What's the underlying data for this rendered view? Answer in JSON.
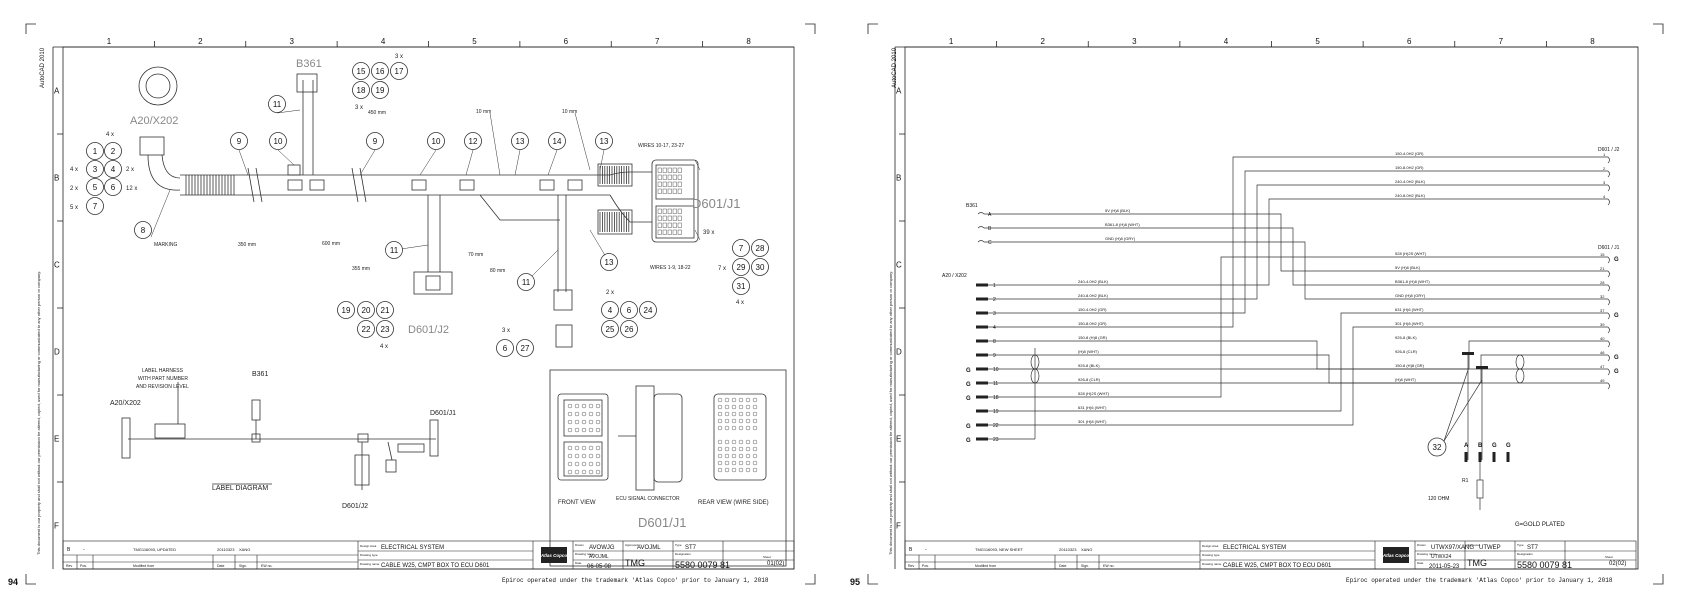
{
  "pages": [
    {
      "page_number": "94",
      "grid_cols": [
        "1",
        "2",
        "3",
        "4",
        "5",
        "6",
        "7",
        "8"
      ],
      "grid_rows": [
        "A",
        "B",
        "C",
        "D",
        "E",
        "F"
      ],
      "side_text": "AutoCAD 2010",
      "footer": "Epiroc operated under the trademark 'Atlas Copco' prior to January 1, 2018",
      "side_note": "This document is our property and shall not without our permission be altered, copied, used for manufacturing or communicated to any other person or company.",
      "connectors": {
        "a20": "A20/X202",
        "b361": "B361",
        "d601_j1": "D601/J1",
        "d601_j2": "D601/J2",
        "signal_connector": "D601/J1"
      },
      "multipliers": {
        "top_right": "3 x",
        "above_15": "3 x",
        "left_4x": "4 x",
        "left_4x_b": "4 x",
        "left_2x": "2 x",
        "left_2x_b": "2 x",
        "left_12x": "12 x",
        "left_5x": "5 x",
        "bottom_4x": "4 x",
        "right_39x": "39 x",
        "right_7x": "7 x",
        "right_4x": "4 x",
        "mid_2x": "2 x",
        "low_3x": "3 x"
      },
      "items": {
        "i1": "1",
        "i2": "2",
        "i3": "3",
        "i4": "4",
        "i5": "5",
        "i6": "6",
        "i7": "7",
        "i8": "8",
        "i9a": "9",
        "i9b": "9",
        "i10a": "10",
        "i10b": "10",
        "i11a": "11",
        "i11b": "11",
        "i11c": "11",
        "i12": "12",
        "i13a": "13",
        "i13b": "13",
        "i13c": "13",
        "i14": "14",
        "i15": "15",
        "i16": "16",
        "i17": "17",
        "i18": "18",
        "i19": "19",
        "i19b": "19",
        "i20": "20",
        "i21": "21",
        "i22": "22",
        "i23": "23",
        "i7b": "7",
        "i28": "28",
        "i29": "29",
        "i30": "30",
        "i31": "31",
        "i4b": "4",
        "i6b": "6",
        "i24": "24",
        "i25": "25",
        "i26": "26",
        "i6c": "6",
        "i27": "27"
      },
      "dims": {
        "d450": "450 mm",
        "d10a": "10 mm",
        "d10b": "10 mm",
        "d350": "350 mm",
        "d600": "600 mm",
        "d355": "355 mm",
        "d70": "70 mm",
        "d80": "80 mm"
      },
      "labels": {
        "wires_top": "WIRES 10-17, 23-27",
        "wires_bottom": "WIRES 1-9, 18-22",
        "marking": "MARKING",
        "label_harness_1": "LABEL HARNESS",
        "label_harness_2": "WITH PART NUMBER",
        "label_harness_3": "AND REVISION LEVEL",
        "label_diagram": "LABEL DIAGRAM",
        "label_a20": "A20/X202",
        "label_b361": "B361",
        "label_d601_j1": "D601/J1",
        "label_d601_j2": "D601/J2",
        "front_view": "FRONT VIEW",
        "ecu_signal": "ECU SIGNAL CONNECTOR",
        "rear_view": "REAR VIEW (WIRE SIDE)"
      },
      "title_block": {
        "rev": "B",
        "rev_mark": "-",
        "change": "TMG116093, UPDATED",
        "date": "20110323",
        "sign": "XANG",
        "col_rev": "Rev",
        "col_pos": "Pos.",
        "col_mod": "Modified from",
        "col_date": "Date",
        "col_sign": "Sign.",
        "col_ew": "EW no.",
        "design_area_label": "Design Area",
        "design_area": "ELECTRICAL SYSTEM",
        "drawing_type_label": "Drawing type",
        "drawing_name_label": "Drawing name",
        "drawing_name": "CABLE W25, CMPT BOX TO ECU D601",
        "drawn_label": "Drawn",
        "drawn": "AVOWJG",
        "approved_label": "Approved",
        "approved": "AVOJML",
        "drawing_label": "Drawing name",
        "drawing": "AVOJML",
        "date_label": "Date",
        "date_value": "06-05-08",
        "cat": "TMG",
        "type_label": "Type",
        "type": "ST7",
        "designation_label": "Designation",
        "designation": "5580 0079 81",
        "sheet_label": "Sheet",
        "sheet": "01(02)",
        "company": "Atlas Copco"
      }
    },
    {
      "page_number": "95",
      "grid_cols": [
        "1",
        "2",
        "3",
        "4",
        "5",
        "6",
        "7",
        "8"
      ],
      "grid_rows": [
        "A",
        "B",
        "C",
        "D",
        "E",
        "F"
      ],
      "side_text": "AutoCAD 2010",
      "footer": "Epiroc operated under the trademark 'Atlas Copco' prior to January 1, 2018",
      "side_note": "This document is our property and shall not without our permission be altered, copied, used for manufacturing or communicated to any other person or company.",
      "b361": {
        "name": "B361",
        "pins": [
          "A",
          "B",
          "C"
        ]
      },
      "a20": {
        "name": "A20 / X202",
        "pins": [
          "1",
          "2",
          "3",
          "4",
          "8",
          "9",
          "10",
          "11",
          "18",
          "19",
          "22",
          "23"
        ],
        "ground_pins": [
          "10",
          "11",
          "18",
          "22"
        ]
      },
      "d601_j2": {
        "name": "D601 / J2",
        "pins": [
          "1",
          "2",
          "3",
          "4"
        ]
      },
      "d601_j1": {
        "name": "D601 / J1",
        "pins": [
          "15",
          "21",
          "28",
          "32",
          "37",
          "39",
          "40",
          "46",
          "47",
          "49"
        ]
      },
      "g_labels": [
        "G",
        "G",
        "G",
        "G",
        "G",
        "G",
        "G",
        "G"
      ],
      "wires_j2": [
        "150-4.0H2 (GR)",
        "150-8.0H2 (GR)",
        "240-4.0H2 (BLK)",
        "240-8.0H2 (BLK)"
      ],
      "wires_b361": [
        "5V (H)8 (BLK)",
        "B361-8 (H)8 (WHT)",
        "GND (H)8 (GRY)"
      ],
      "wires_a20_left": [
        "240-4.0H2 (BLK)",
        "240-8.0H2 (BLK)",
        "150-4.0H2 (GR)",
        "150-8.0H2 (GR)",
        "150-8 (H)8 (GR)",
        "(H)8 (WHT)",
        "925-8 (BLK)",
        "926-8 (CLR)",
        "528 (H)2S (WHT)",
        "631 (H)6 (WHT)",
        "301 (H)8 (WHT)"
      ],
      "wires_j1": [
        "528 (H)2S (WHT)",
        "5V (H)8 (BLK)",
        "B361-8 (H)8 (WHT)",
        "GND (H)8 (GRY)",
        "631 (H)6 (WHT)",
        "301 (H)8 (WHT)",
        "925-8 (BLK)",
        "926-8 (CLR)",
        "150-8 (H)8 (GR)",
        "(H)8 (WHT)"
      ],
      "item_32": "32",
      "resistor_label": "R1",
      "resistor_value": "120 OHM",
      "abg": [
        "A",
        "B",
        "G",
        "G"
      ],
      "gold_note": "G=GOLD PLATED",
      "title_block": {
        "rev": "B",
        "rev_mark": "-",
        "change": "TMG116093, NEW SHEET",
        "date": "20110323",
        "sign": "XANG",
        "col_rev": "Rev",
        "col_pos": "Pos.",
        "col_mod": "Modified from",
        "col_date": "Date",
        "col_sign": "Sign.",
        "col_ew": "EW no.",
        "design_area_label": "Design Area",
        "design_area": "ELECTRICAL SYSTEM",
        "drawing_type_label": "Drawing type",
        "drawing_name_label": "Drawing name",
        "drawing_name": "CABLE W25, CMPT BOX TO ECU D601",
        "drawn_label": "Drawn",
        "drawn": "UTWX97/XANG",
        "approved_label": "Approved",
        "approved": "UTWEP",
        "drawing_label": "Drawing name",
        "drawing": "UTWX24",
        "date_label": "Date",
        "date_value": "2011-05-23",
        "cat": "TMG",
        "type_label": "Type",
        "type": "ST7",
        "designation_label": "Designation",
        "designation": "5580 0079 81",
        "sheet_label": "Sheet",
        "sheet": "02(02)",
        "company": "Atlas Copco"
      }
    }
  ]
}
